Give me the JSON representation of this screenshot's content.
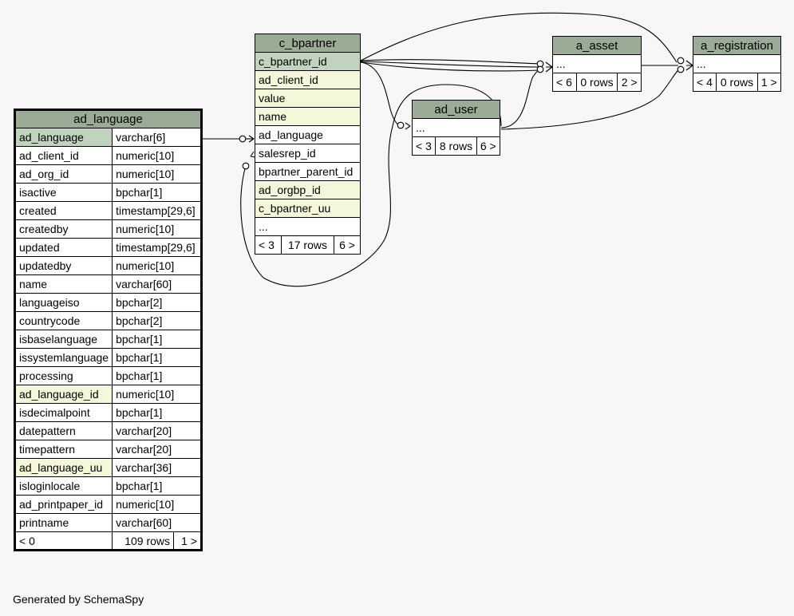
{
  "footer": "Generated by SchemaSpy",
  "tables": {
    "ad_language": {
      "name": "ad_language",
      "columns": [
        {
          "name": "ad_language",
          "type": "varchar[6]"
        },
        {
          "name": "ad_client_id",
          "type": "numeric[10]"
        },
        {
          "name": "ad_org_id",
          "type": "numeric[10]"
        },
        {
          "name": "isactive",
          "type": "bpchar[1]"
        },
        {
          "name": "created",
          "type": "timestamp[29,6]"
        },
        {
          "name": "createdby",
          "type": "numeric[10]"
        },
        {
          "name": "updated",
          "type": "timestamp[29,6]"
        },
        {
          "name": "updatedby",
          "type": "numeric[10]"
        },
        {
          "name": "name",
          "type": "varchar[60]"
        },
        {
          "name": "languageiso",
          "type": "bpchar[2]"
        },
        {
          "name": "countrycode",
          "type": "bpchar[2]"
        },
        {
          "name": "isbaselanguage",
          "type": "bpchar[1]"
        },
        {
          "name": "issystemlanguage",
          "type": "bpchar[1]"
        },
        {
          "name": "processing",
          "type": "bpchar[1]"
        },
        {
          "name": "ad_language_id",
          "type": "numeric[10]"
        },
        {
          "name": "isdecimalpoint",
          "type": "bpchar[1]"
        },
        {
          "name": "datepattern",
          "type": "varchar[20]"
        },
        {
          "name": "timepattern",
          "type": "varchar[20]"
        },
        {
          "name": "ad_language_uu",
          "type": "varchar[36]"
        },
        {
          "name": "isloginlocale",
          "type": "bpchar[1]"
        },
        {
          "name": "ad_printpaper_id",
          "type": "numeric[10]"
        },
        {
          "name": "printname",
          "type": "varchar[60]"
        }
      ],
      "parents": "< 0",
      "rows": "109 rows",
      "children": "1 >"
    },
    "c_bpartner": {
      "name": "c_bpartner",
      "columns": [
        "c_bpartner_id",
        "ad_client_id",
        "value",
        "name",
        "ad_language",
        "salesrep_id",
        "bpartner_parent_id",
        "ad_orgbp_id",
        "c_bpartner_uu",
        "..."
      ],
      "parents": "< 3",
      "rows": "17 rows",
      "children": "6 >"
    },
    "ad_user": {
      "name": "ad_user",
      "columns": [
        "..."
      ],
      "parents": "< 3",
      "rows": "8 rows",
      "children": "6 >"
    },
    "a_asset": {
      "name": "a_asset",
      "columns": [
        "..."
      ],
      "parents": "< 6",
      "rows": "0 rows",
      "children": "2 >"
    },
    "a_registration": {
      "name": "a_registration",
      "columns": [
        "..."
      ],
      "parents": "< 4",
      "rows": "0 rows",
      "children": "1 >"
    }
  },
  "colors": {
    "header": "#9aab96",
    "primary_key": "#c0d3bd",
    "foreign_key": "#f4f7da",
    "background": "#f7f7f7"
  }
}
